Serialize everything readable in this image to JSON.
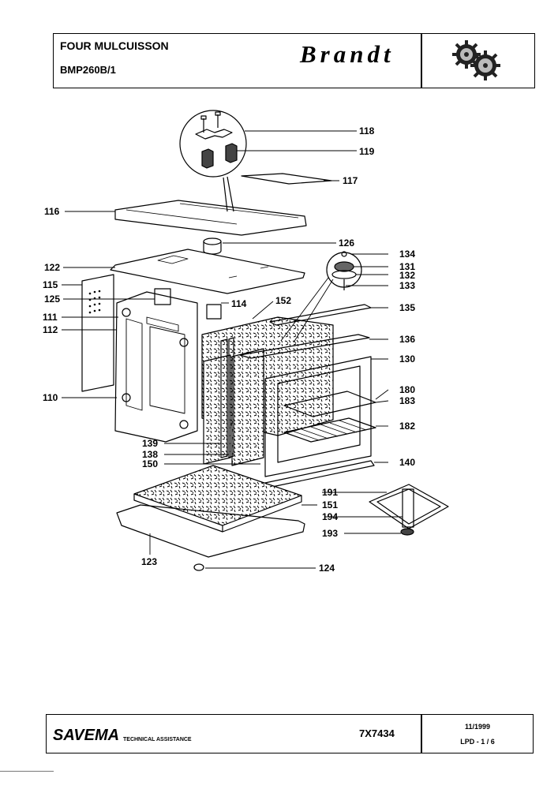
{
  "header": {
    "title": "FOUR MULCUISSON",
    "model": "BMP260B/1",
    "brand": "Brandt"
  },
  "footer": {
    "company": "SAVEMA",
    "company_sub": "TECHNICAL ASSISTANCE",
    "code": "7X7434",
    "date": "11/1999",
    "page": "LPD - 1 / 6"
  },
  "parts": {
    "p118": "118",
    "p119": "119",
    "p117": "117",
    "p116": "116",
    "p126": "126",
    "p134": "134",
    "p122": "122",
    "p131": "131",
    "p132": "132",
    "p115": "115",
    "p133": "133",
    "p125": "125",
    "p152": "152",
    "p114": "114",
    "p135": "135",
    "p111": "111",
    "p112": "112",
    "p136": "136",
    "p130": "130",
    "p110": "110",
    "p180": "180",
    "p183": "183",
    "p182": "182",
    "p139": "139",
    "p138": "138",
    "p150": "150",
    "p140": "140",
    "p191": "191",
    "p151": "151",
    "p194": "194",
    "p193": "193",
    "p123": "123",
    "p124": "124"
  }
}
